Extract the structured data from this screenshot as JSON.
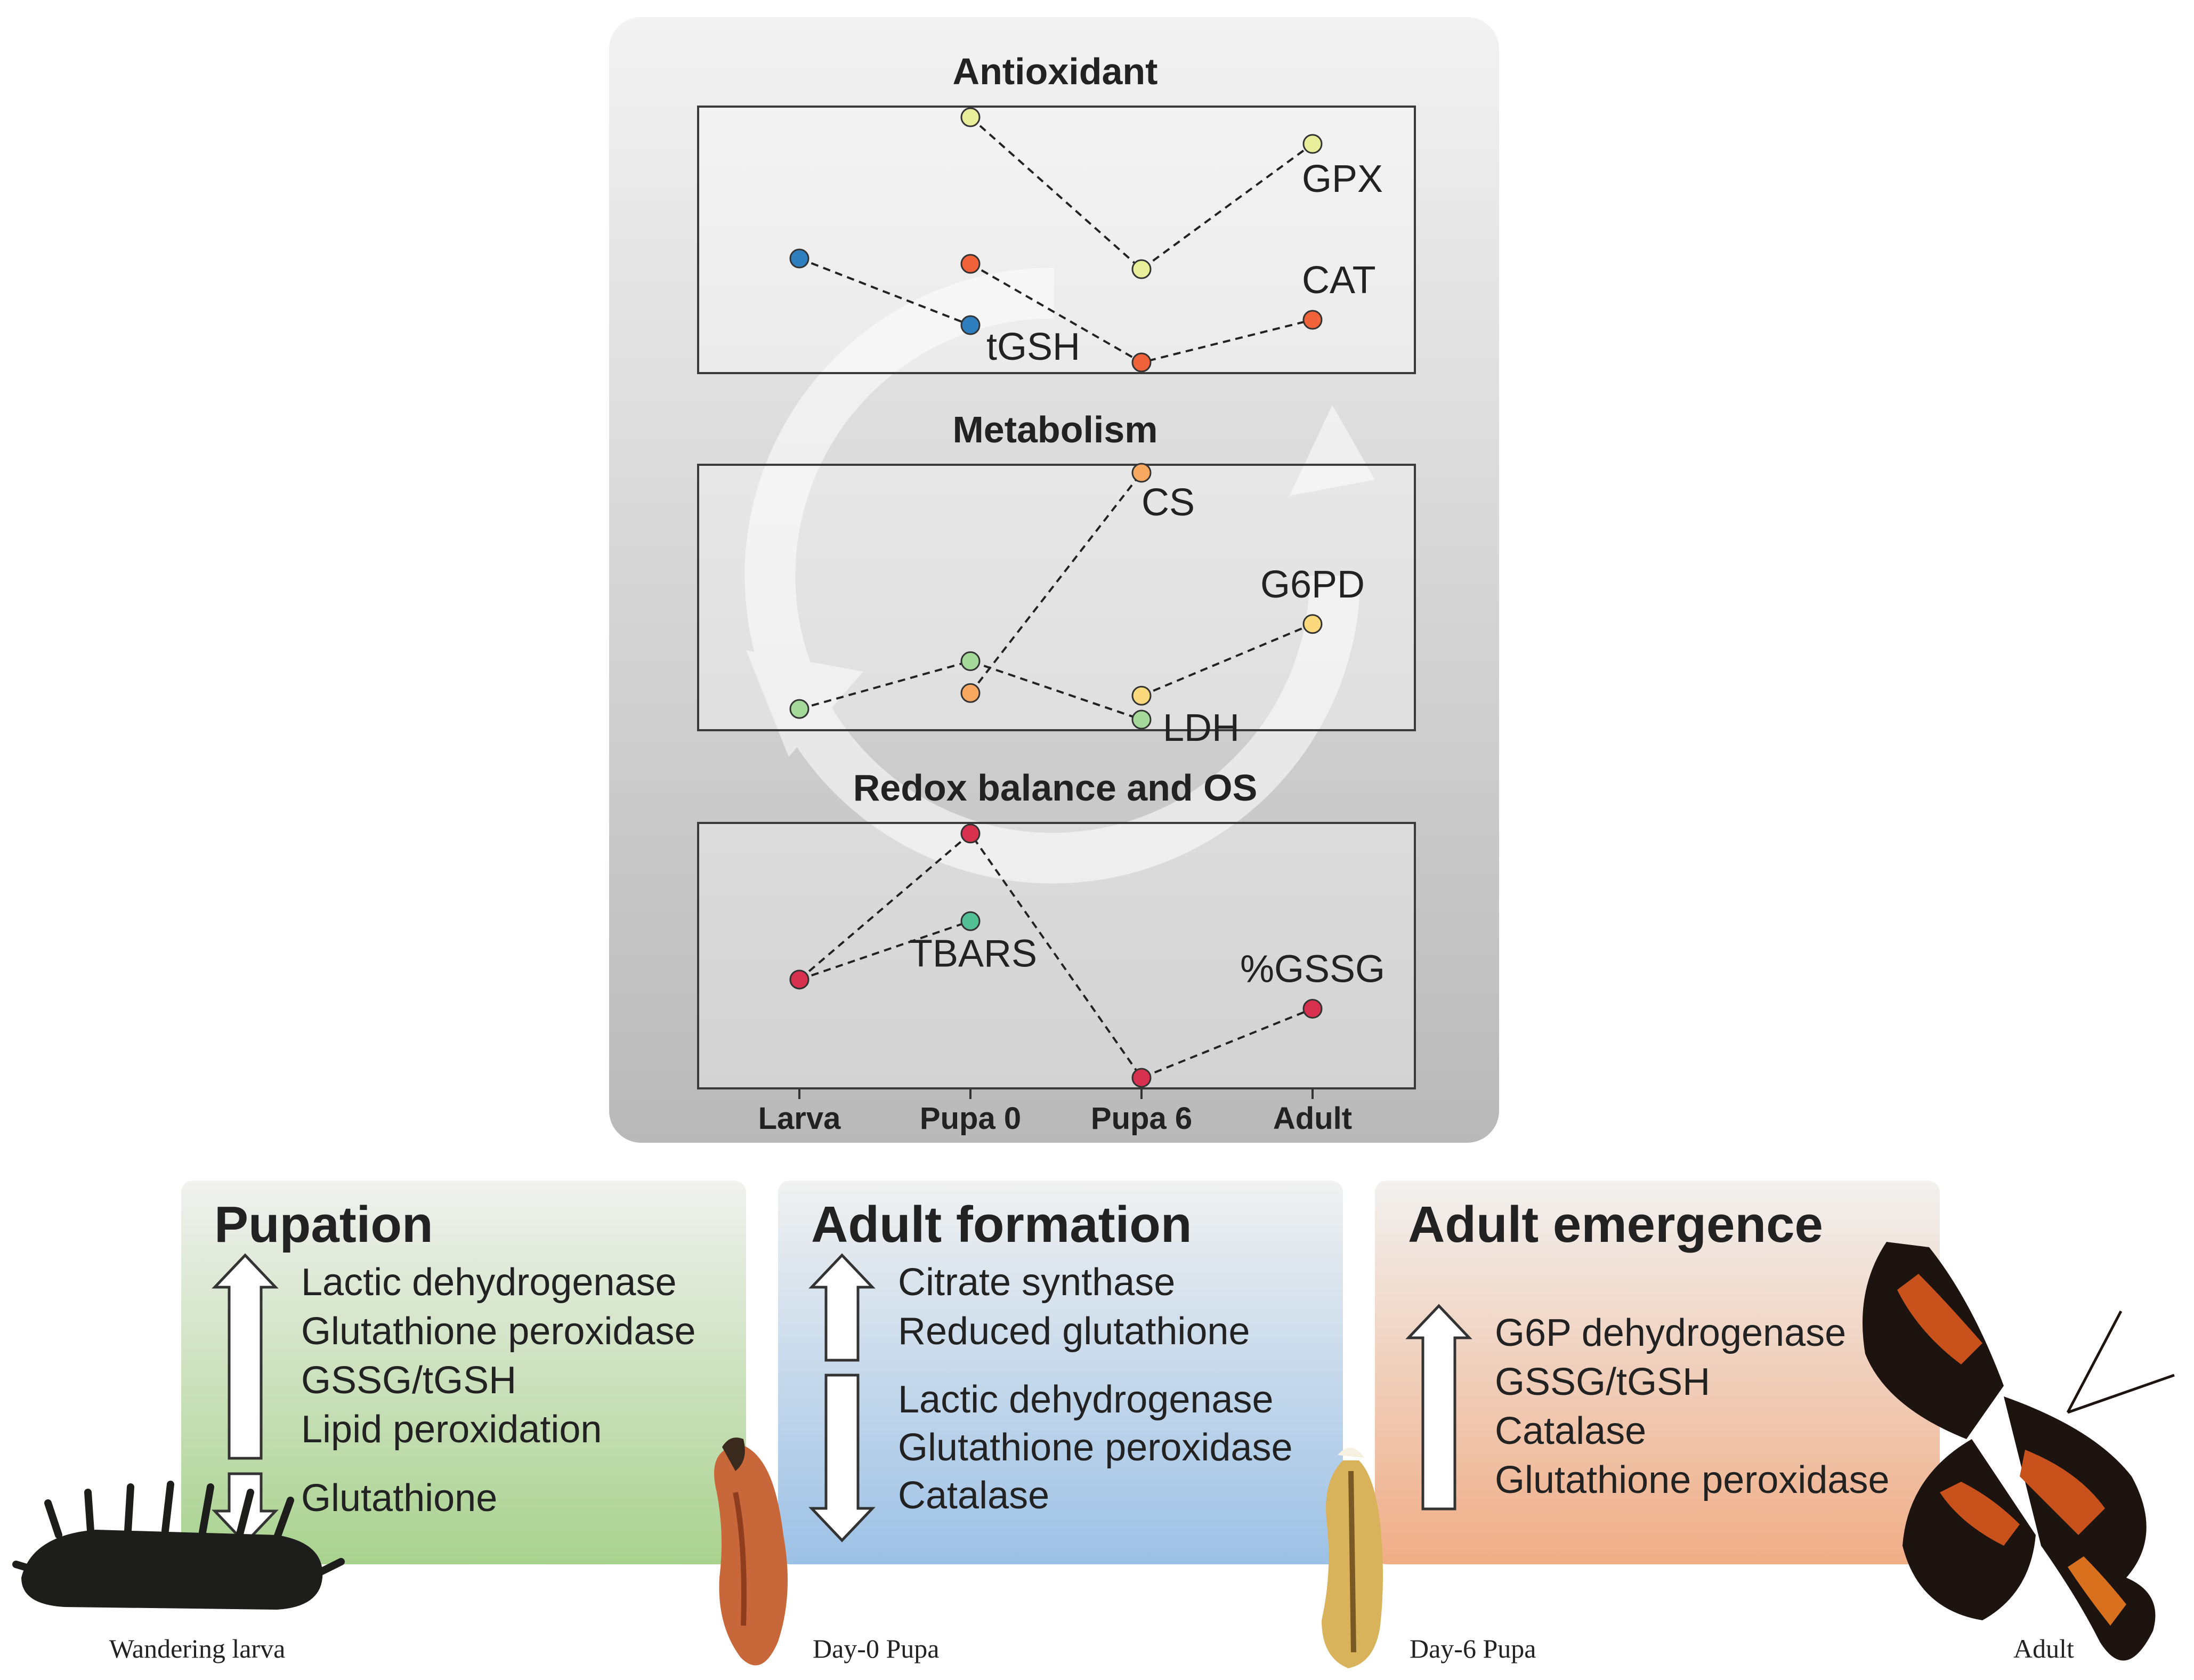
{
  "top_panel": {
    "x_categories": [
      "Larva",
      "Pupa 0",
      "Pupa 6",
      "Adult"
    ],
    "plots": [
      {
        "title": "Antioxidant",
        "series": [
          {
            "name": "GPX",
            "color": "#e8ee9a",
            "values": [
              null,
              0.96,
              0.39,
              0.86
            ]
          },
          {
            "name": "CAT",
            "color": "#f0623a",
            "values": [
              null,
              0.41,
              0.04,
              0.2
            ]
          },
          {
            "name": "tGSH",
            "color": "#2f7fbf",
            "values": [
              0.43,
              0.18,
              null,
              null
            ]
          }
        ]
      },
      {
        "title": "Metabolism",
        "series": [
          {
            "name": "CS",
            "color": "#f8a860",
            "values": [
              null,
              0.14,
              0.97,
              null
            ]
          },
          {
            "name": "G6PD",
            "color": "#fbd97c",
            "values": [
              null,
              null,
              0.13,
              0.4
            ]
          },
          {
            "name": "LDH",
            "color": "#a4d99a",
            "values": [
              0.08,
              0.26,
              0.04,
              null
            ]
          }
        ]
      },
      {
        "title": "Redox balance and OS",
        "series": [
          {
            "name": "TBARS",
            "color": "#52bf95",
            "values": [
              0.41,
              0.63,
              null,
              null
            ]
          },
          {
            "name": "%GSSG",
            "color": "#d8314f",
            "values": [
              0.41,
              0.96,
              0.04,
              0.3
            ]
          }
        ]
      }
    ]
  },
  "stages": [
    {
      "heading": "Pupation",
      "up": [
        "Lactic dehydrogenase",
        "Glutathione peroxidase",
        "GSSG/tGSH",
        "Lipid peroxidation"
      ],
      "down": [
        "Glutathione"
      ],
      "color_top": "#f1f1f0",
      "color_bottom": "#a9d28e"
    },
    {
      "heading": "Adult formation",
      "up": [
        "Citrate synthase",
        "Reduced glutathione"
      ],
      "down": [
        "Lactic dehydrogenase",
        "Glutathione peroxidase",
        "Catalase"
      ],
      "color_top": "#f1f1f0",
      "color_bottom": "#9cc1e6"
    },
    {
      "heading": "Adult emergence",
      "up": [
        "G6P dehydrogenase",
        "GSSG/tGSH",
        "Catalase",
        "Glutathione peroxidase"
      ],
      "down": [],
      "color_top": "#f1f1f0",
      "color_bottom": "#f0ad86"
    }
  ],
  "captions": [
    "Wandering larva",
    "Day-0 Pupa",
    "Day-6 Pupa",
    "Adult"
  ]
}
